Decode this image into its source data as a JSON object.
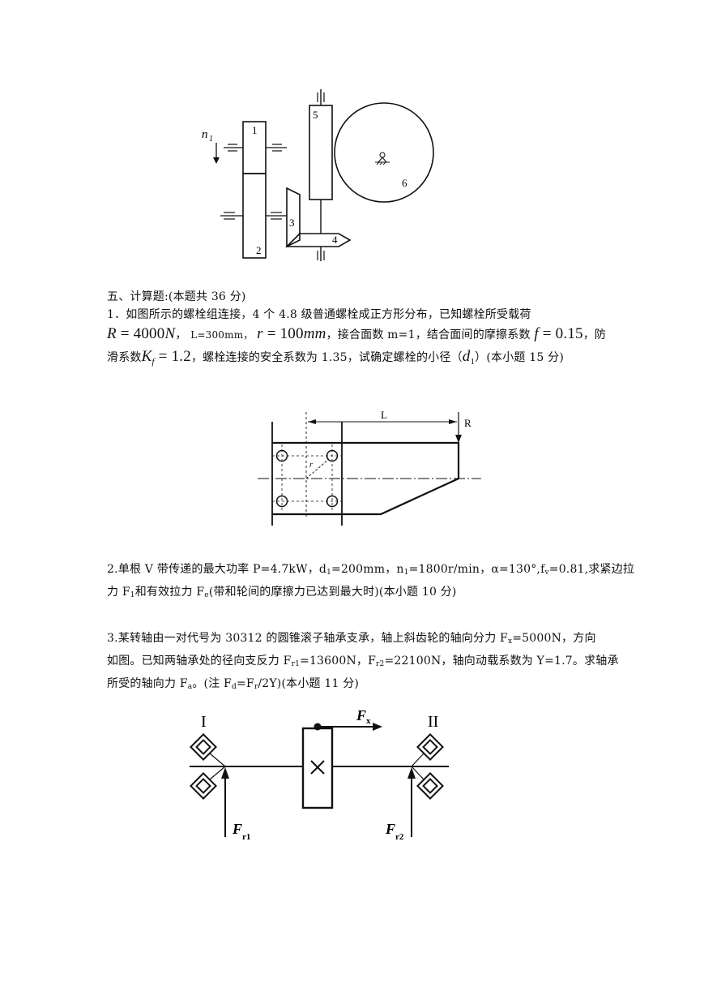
{
  "fig_gears": {
    "n1": "n",
    "n1_sub": "1",
    "labels": [
      "1",
      "2",
      "3",
      "4",
      "5",
      "6"
    ]
  },
  "section": {
    "heading": "五、计算题:(本题共 36 分)"
  },
  "q1": {
    "line1": "1．如图所示的螺栓组连接，4 个 4.8 级普通螺栓成正方形分布，已知螺栓所受载荷",
    "R_sym": "R",
    "R_val": "4000",
    "R_unit": "N",
    "L_text": "L=300mm，",
    "r_sym": "r",
    "r_val": "100",
    "r_unit": "mm",
    "mid_text": "，接合面数 m=1，结合面间的摩擦系数",
    "f_sym": "f",
    "f_val": "0.15",
    "tail1": "，防",
    "line3a": "滑系数",
    "K_sym": "K",
    "K_sub": "f",
    "K_val": "1.2",
    "line3b": "，螺栓连接的安全系数为 1.35，试确定螺栓的小径（",
    "d_sym": "d",
    "d_sub": "1",
    "line3c": "）(本小题 15 分)"
  },
  "fig_bolt": {
    "L": "L",
    "R": "R",
    "r": "r"
  },
  "q2": {
    "a": "2.单根 V 带传递的最大功率 P=4.7kW，d",
    "a_sub": "1",
    "b": "=200mm，n",
    "b_sub": "1",
    "c": "=1800r/min，α=130°,f",
    "c_sub": "v",
    "d": "=0.81,求紧边拉",
    "line2a": "力 F",
    "line2a_sub": "1",
    "line2b": "和有效拉力 F",
    "line2b_sub": "e",
    "line2c": "(带和轮间的摩擦力已达到最大时)(本小题 10 分)"
  },
  "q3": {
    "a": "3.某转轴由一对代号为 30312 的圆锥滚子轴承支承，轴上斜齿轮的轴向分力 F",
    "a_sub": "x",
    "b": "=5000N，方向",
    "c": "如图。已知两轴承处的径向支反力 F",
    "c_sub": "r1",
    "d": "=13600N，F",
    "d_sub": "r2",
    "e": "=22100N，轴向动载系数为 Y=1.7。求轴承",
    "f": "所受的轴向力 F",
    "f_sub": "a",
    "g": "。(注 F",
    "g_sub": "d",
    "h": "=F",
    "h_sub": "r",
    "i": "/2Y)(本小题 11 分)"
  },
  "fig_shaft": {
    "I": "I",
    "II": "II",
    "Fx": "F",
    "Fx_sub": "x",
    "Fr1": "F",
    "Fr1_sub": "r1",
    "Fr2": "F",
    "Fr2_sub": "r2"
  }
}
